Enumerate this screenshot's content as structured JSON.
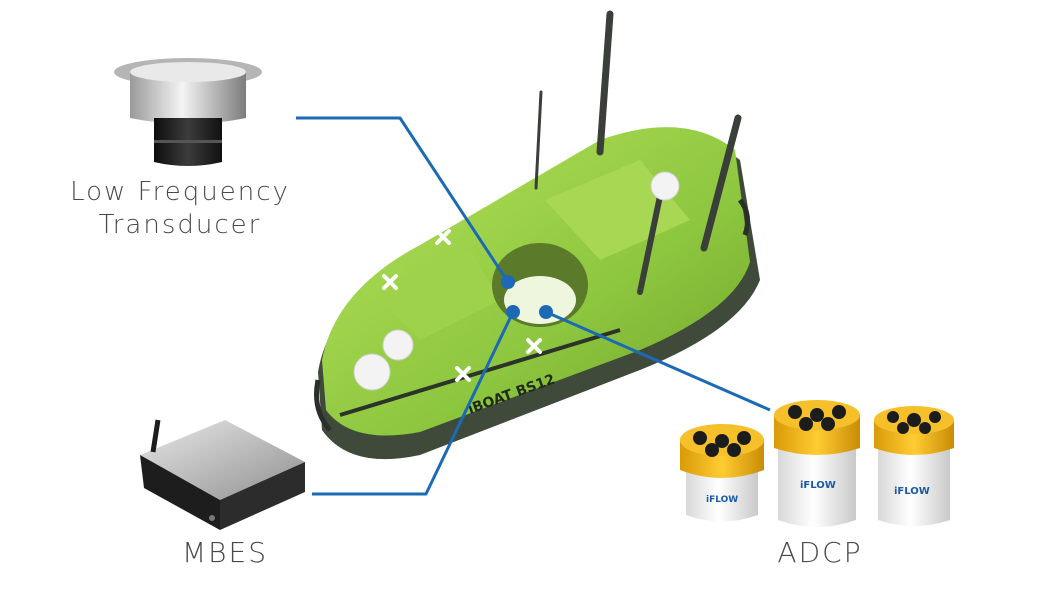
{
  "labels": {
    "transducer_line1": "Low Frequency",
    "transducer_line2": "Transducer",
    "mbes": "MBES",
    "adcp": "ADCP"
  },
  "boat": {
    "hull_text": "iBOAT BS12",
    "color": "#8dc63f"
  },
  "adcp_units": {
    "brand_text": "iFLOW",
    "cap_color": "#f2b416"
  },
  "leader_color": "#1c6ab5"
}
